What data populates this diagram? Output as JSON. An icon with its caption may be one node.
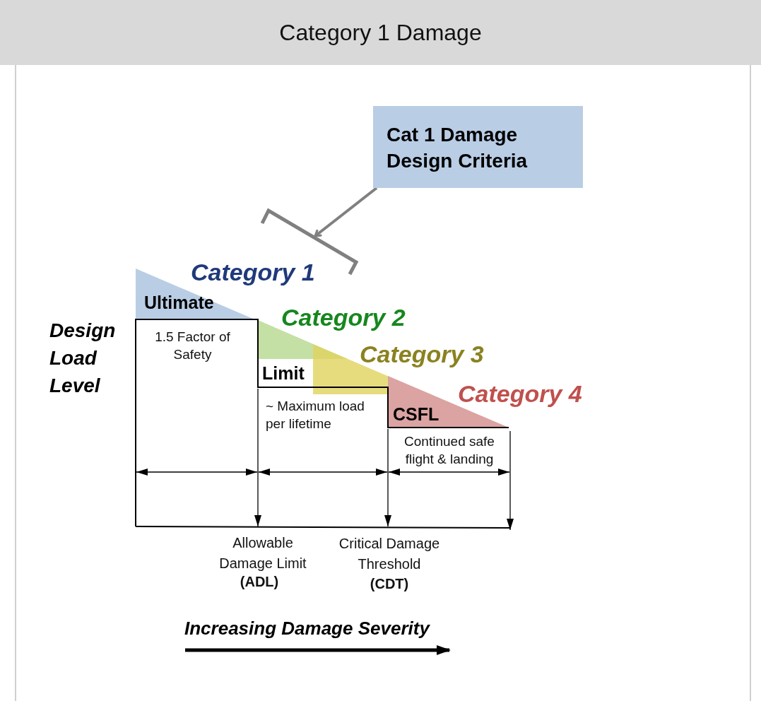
{
  "diagram": {
    "title": "Category 1 Damage",
    "nodes": [
      {
        "text": [
          "Cat 1 Damage Design Criteria"
        ]
      },
      {
        "text": [],
        "shape": "bracket"
      }
    ],
    "edges": [
      {
        "from": 0,
        "to": 1,
        "arrow": "to"
      }
    ],
    "labels": [
      "Category 1",
      "Ultimate",
      "Category 2",
      "Design Load Level",
      "1.5 Factor of Safety",
      "Category 3",
      "Limit",
      "Category 4",
      "~ Maximum load per lifetime",
      "CSFL",
      "Continued safe flight & landing",
      "Allowable Damage Limit",
      "(ADL)",
      "Critical Damage Threshold",
      "(CDT)",
      "Increasing Damage Severity"
    ]
  }
}
